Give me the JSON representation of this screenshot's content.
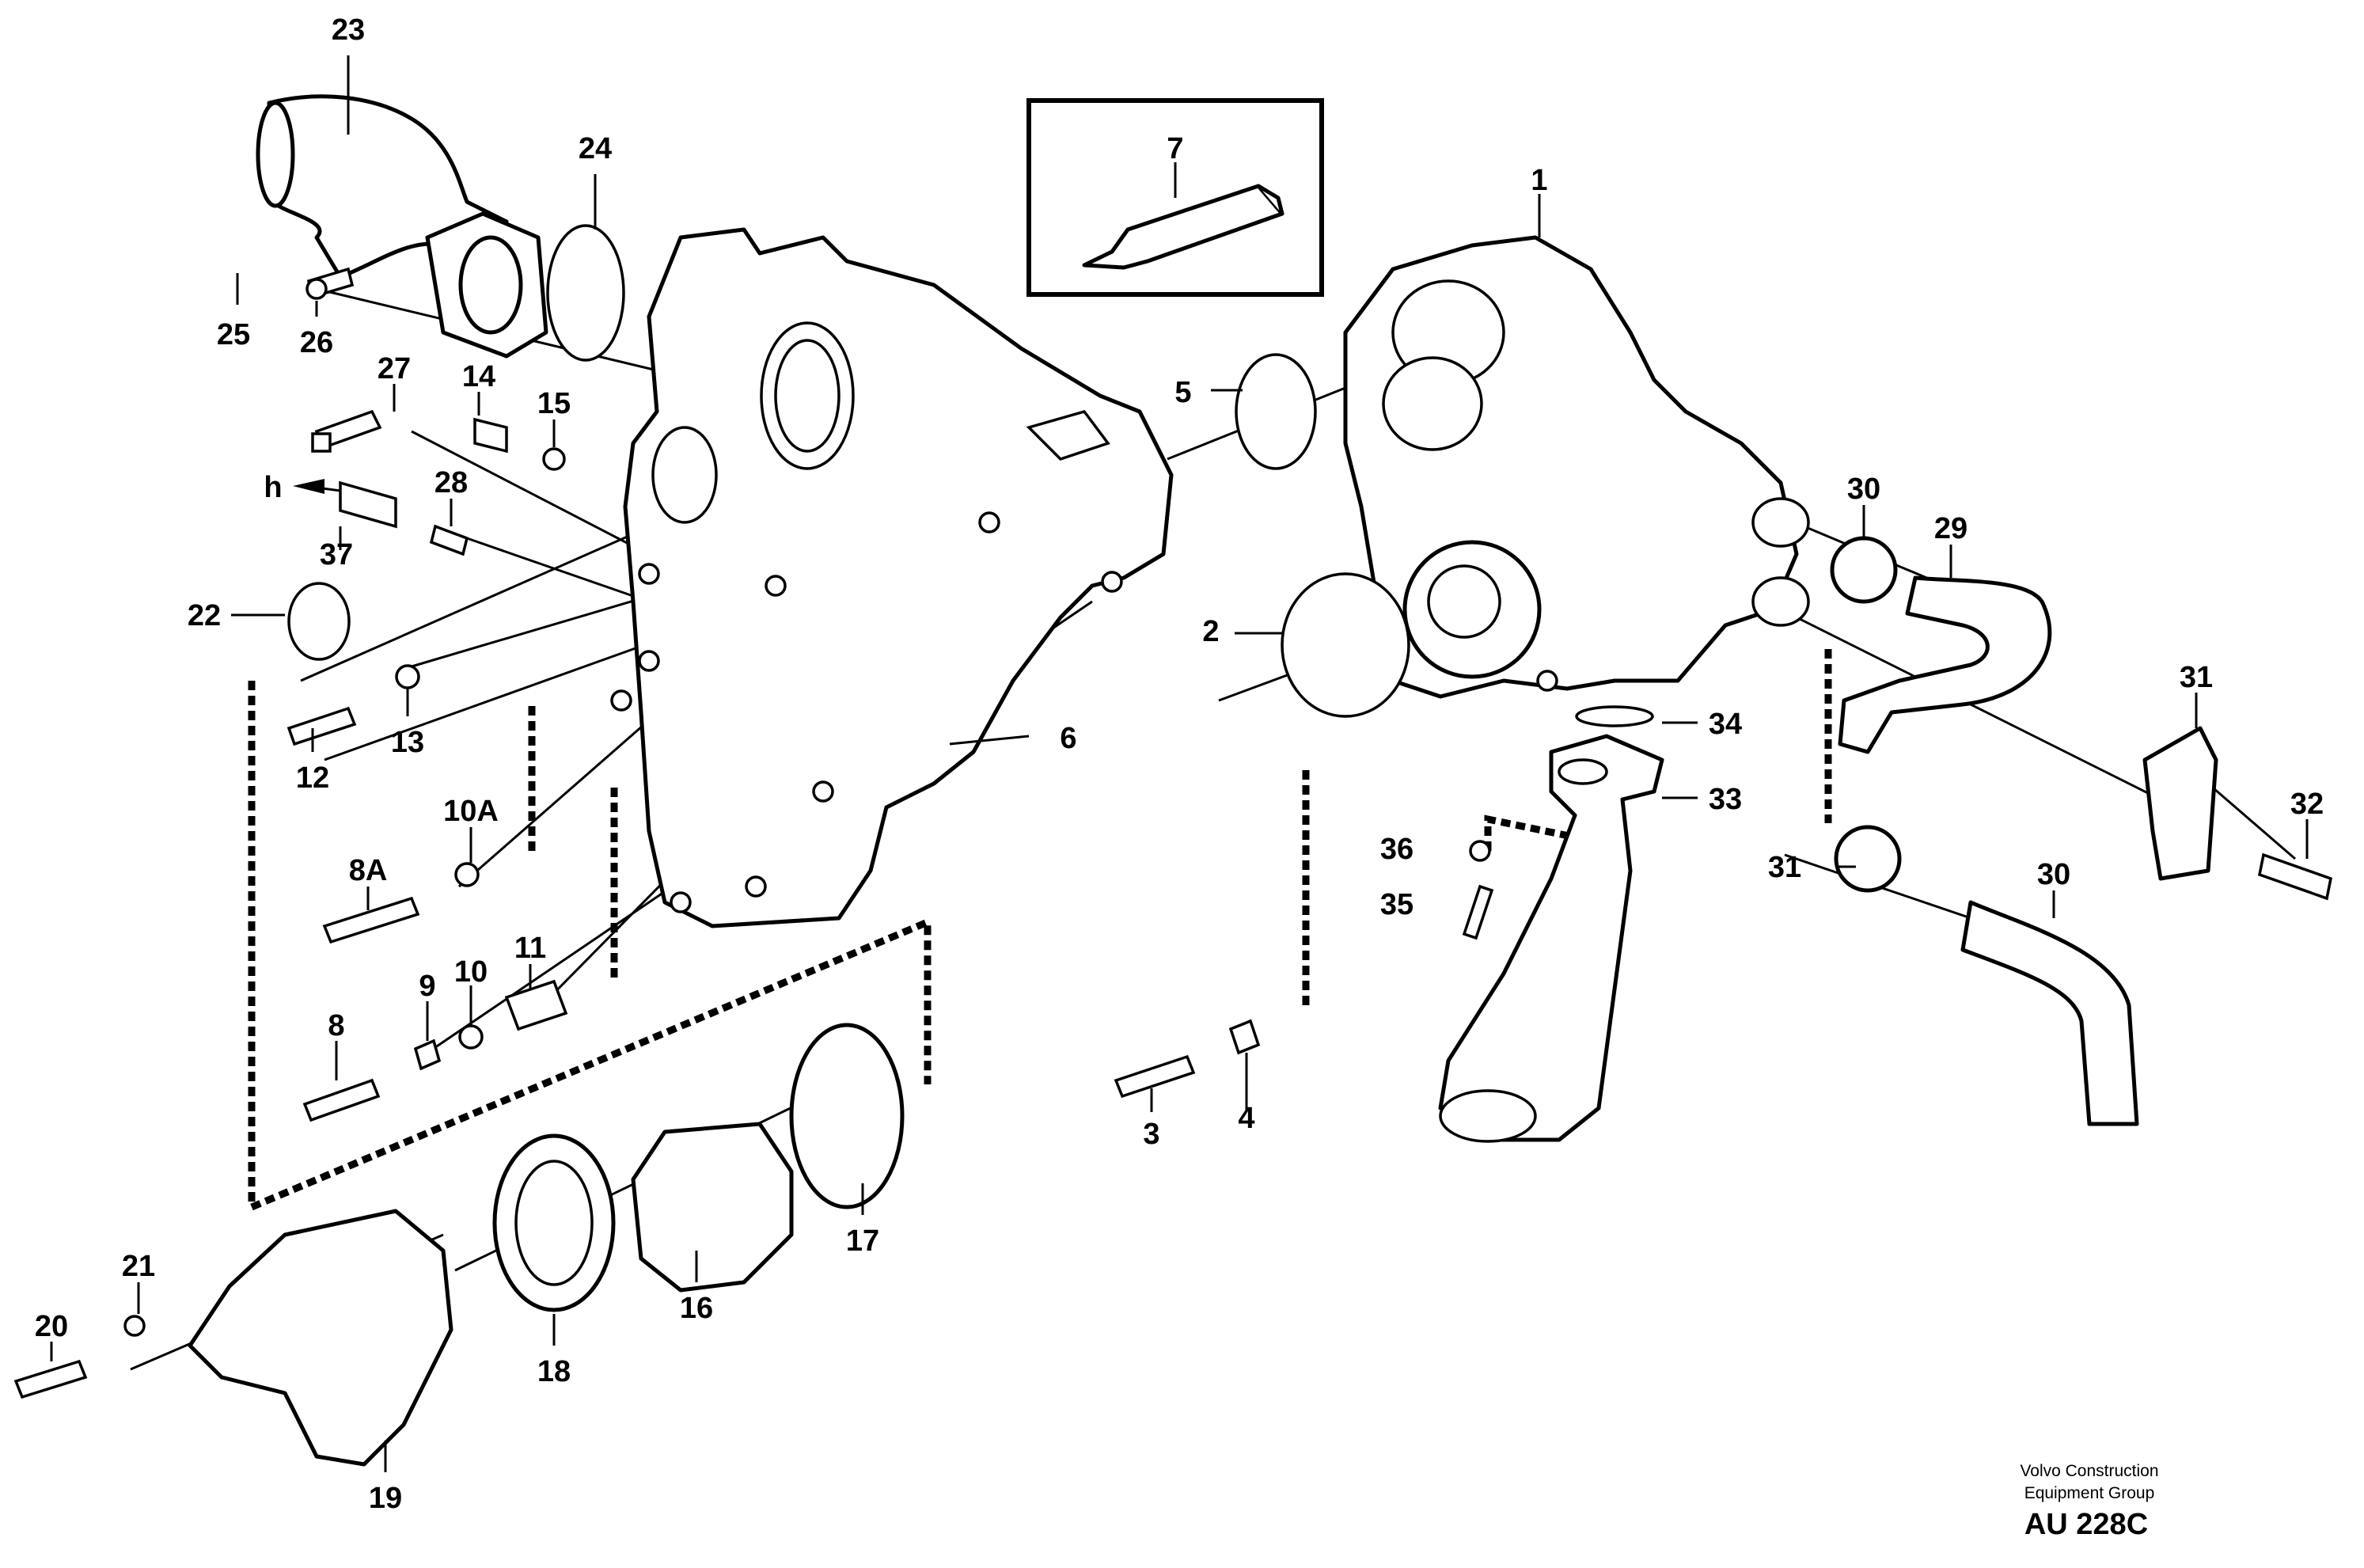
{
  "diagram": {
    "callouts": [
      "1",
      "2",
      "3",
      "4",
      "5",
      "6",
      "7",
      "8",
      "8A",
      "9",
      "10",
      "10A",
      "11",
      "12",
      "13",
      "14",
      "15",
      "16",
      "17",
      "18",
      "19",
      "20",
      "21",
      "22",
      "23",
      "24",
      "25",
      "26",
      "27",
      "28",
      "29",
      "30",
      "30",
      "31",
      "31",
      "32",
      "33",
      "34",
      "35",
      "36",
      "37"
    ],
    "pointer_label": "h",
    "credit": {
      "line1": "Volvo Construction",
      "line2": "Equipment Group",
      "code": "AU 228C"
    }
  }
}
